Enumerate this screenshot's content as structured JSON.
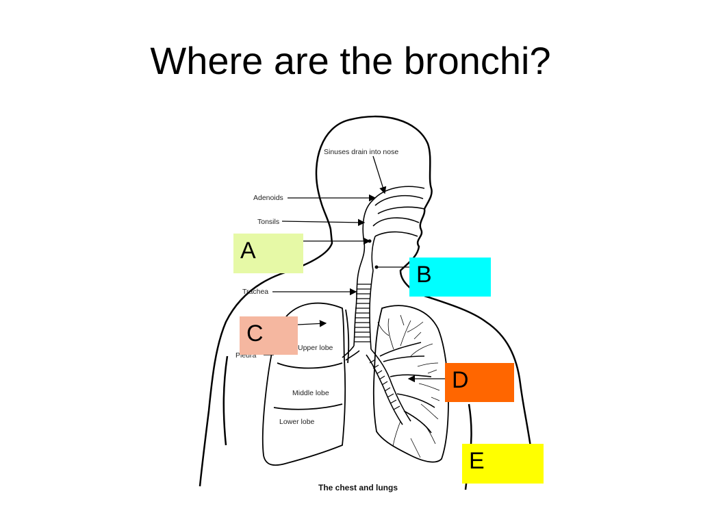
{
  "slide": {
    "title": "Where are the bronchi?"
  },
  "diagram": {
    "labels": {
      "sinuses": "Sinuses drain into nose",
      "adenoids": "Adenoids",
      "tonsils": "Tonsils",
      "trachea": "Trachea",
      "upper_lobe": "Upper lobe",
      "pleura": "Pleura",
      "middle_lobe": "Middle lobe",
      "lower_lobe": "Lower lobe"
    },
    "caption": "The chest and lungs"
  },
  "answer_boxes": [
    {
      "letter": "A",
      "color": "#e6f9a6"
    },
    {
      "letter": "B",
      "color": "#00ffff"
    },
    {
      "letter": "C",
      "color": "#f5b7a0"
    },
    {
      "letter": "D",
      "color": "#ff6600"
    },
    {
      "letter": "E",
      "color": "#ffff00"
    }
  ]
}
